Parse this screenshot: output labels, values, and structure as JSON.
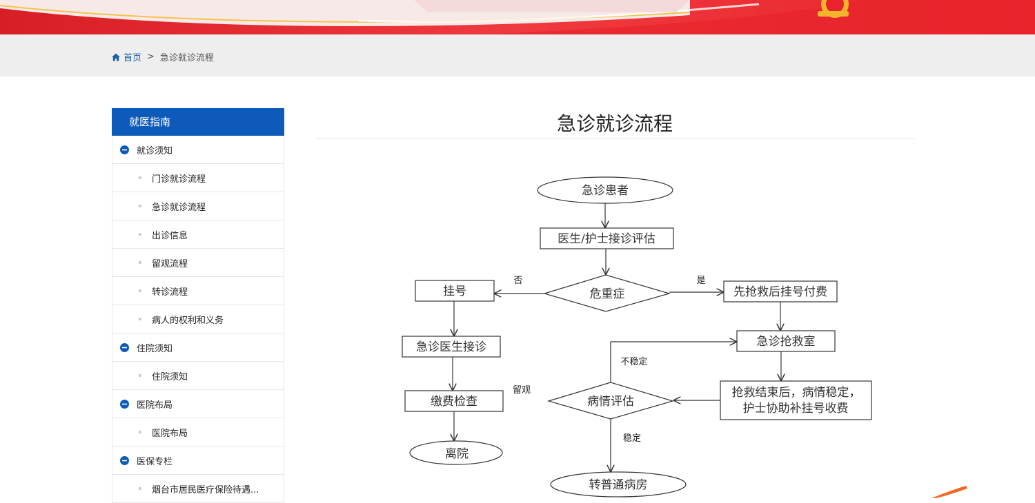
{
  "breadcrumb": {
    "home": "首页",
    "separator": ">",
    "current": "急诊就诊流程"
  },
  "sidebar": {
    "title": "就医指南",
    "items": [
      {
        "label": "就诊须知",
        "kind": "group"
      },
      {
        "label": "门诊就诊流程",
        "kind": "sub"
      },
      {
        "label": "急诊就诊流程",
        "kind": "sub"
      },
      {
        "label": "出诊信息",
        "kind": "sub"
      },
      {
        "label": "留观流程",
        "kind": "sub"
      },
      {
        "label": "转诊流程",
        "kind": "sub"
      },
      {
        "label": "病人的权利和义务",
        "kind": "sub"
      },
      {
        "label": "住院须知",
        "kind": "group"
      },
      {
        "label": "住院须知",
        "kind": "sub"
      },
      {
        "label": "医院布局",
        "kind": "group"
      },
      {
        "label": "医院布局",
        "kind": "sub"
      },
      {
        "label": "医保专栏",
        "kind": "group"
      },
      {
        "label": "烟台市居民医疗保险待遇...",
        "kind": "sub"
      }
    ]
  },
  "content": {
    "title": "急诊就诊流程",
    "flowchart": {
      "start": "急诊患者",
      "assess": "医生/护士接诊评估",
      "critical": "危重症",
      "no": "否",
      "yes": "是",
      "register": "挂号",
      "rescue_first": "先抢救后挂号付费",
      "doctor": "急诊医生接诊",
      "rescue_room": "急诊抢救室",
      "unstable": "不稳定",
      "observe": "留观",
      "pay_check": "缴费检查",
      "evaluate": "病情评估",
      "after_rescue_1": "抢救结束后，病情稳定，",
      "after_rescue_2": "护士协助补挂号收费",
      "stable": "稳定",
      "leave": "离院",
      "ward": "转普通病房"
    }
  },
  "colors": {
    "brand_blue": "#0d5ab9",
    "banner_red": "#e8232b",
    "link_blue": "#1f5ea8"
  }
}
